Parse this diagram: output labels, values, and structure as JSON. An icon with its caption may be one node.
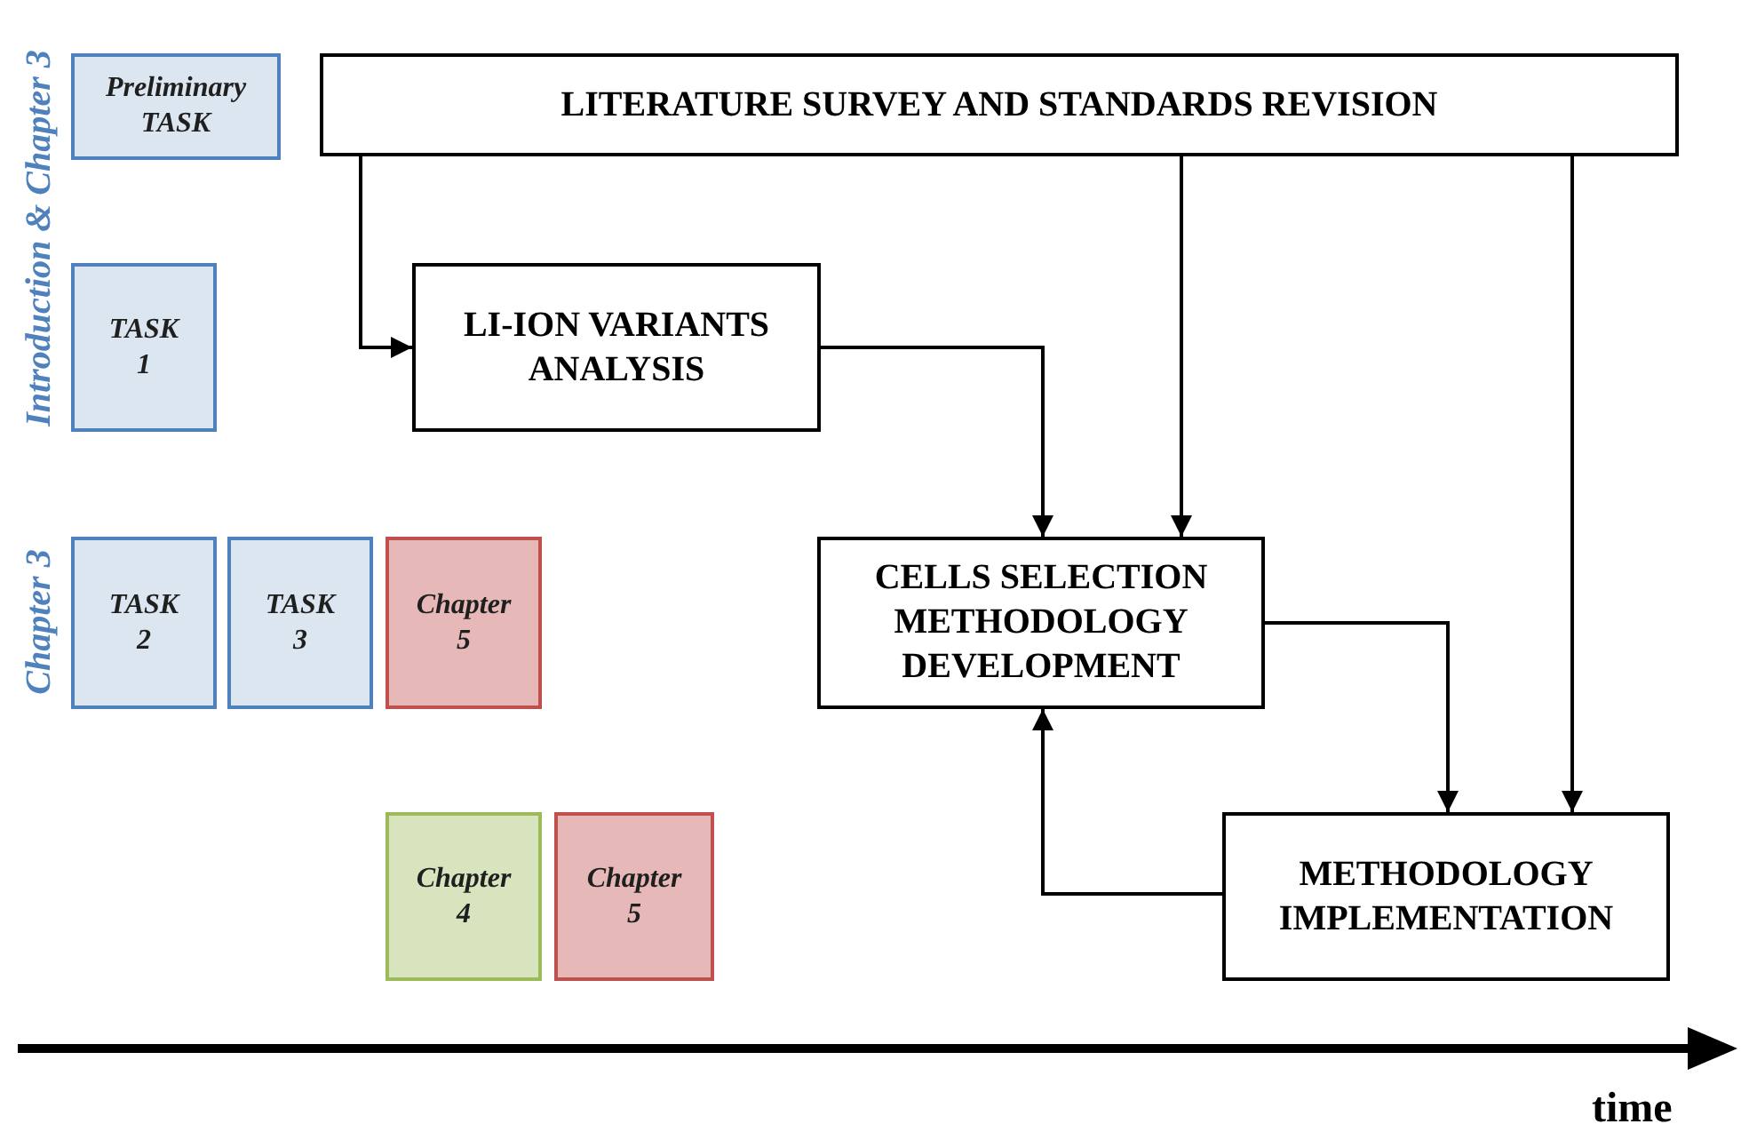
{
  "diagram": {
    "nodes": [
      {
        "text": [
          "Preliminary TASK"
        ]
      },
      {
        "text": [
          "LITERATURE SURVEY AND STANDARDS REVISION"
        ]
      },
      {
        "text": [
          "TASK 1"
        ]
      },
      {
        "text": [
          "LI-ION VARIANTS ANALYSIS"
        ]
      },
      {
        "text": [
          "TASK 2"
        ]
      },
      {
        "text": [
          "TASK 3"
        ]
      },
      {
        "text": [
          "Chapter 5"
        ]
      },
      {
        "text": [
          "CELLS SELECTION METHODOLOGY DEVELOPMENT"
        ]
      },
      {
        "text": [
          "Chapter 4"
        ]
      },
      {
        "text": [
          "Chapter 5"
        ]
      },
      {
        "text": [
          "METHODOLOGY IMPLEMENTATION"
        ]
      }
    ],
    "edges": [
      {
        "from": 1,
        "to": 3,
        "arrow": "to"
      },
      {
        "from": 3,
        "to": 7,
        "arrow": "to"
      },
      {
        "from": 1,
        "to": 7,
        "arrow": "to"
      },
      {
        "from": 1,
        "to": 10,
        "arrow": "to"
      },
      {
        "from": 7,
        "to": 10,
        "arrow": "to"
      },
      {
        "from": 10,
        "to": 7,
        "arrow": "to"
      }
    ],
    "labels": [
      "Introduction & Chapter 3",
      "Chapter 3",
      "time"
    ]
  }
}
